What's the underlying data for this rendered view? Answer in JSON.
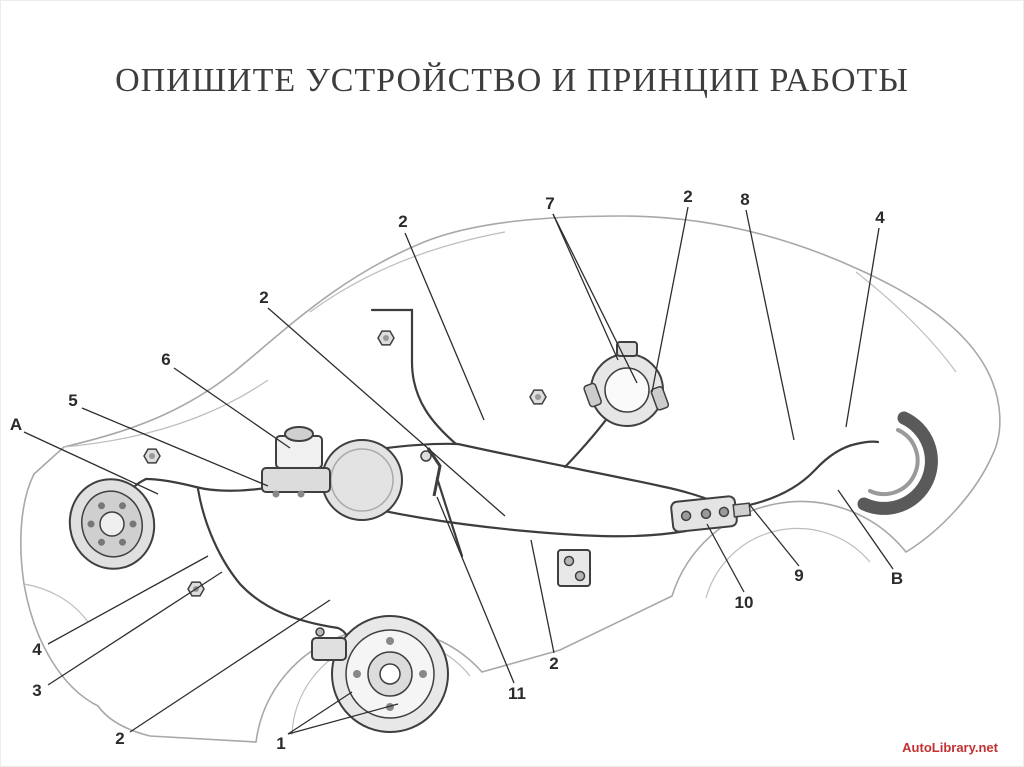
{
  "title": "ОПИШИТЕ УСТРОЙСТВО И ПРИНЦИП РАБОТЫ",
  "watermark": "AutoLibrary.net",
  "colors": {
    "title_gray": "#3d3d3d",
    "watermark_red": "#c23232",
    "diagram_line": "#3d3d3d",
    "car_outline": "#a8a8a8"
  },
  "diagram": {
    "type": "technical-diagram",
    "callouts": [
      "2",
      "7",
      "2",
      "8",
      "4",
      "2",
      "6",
      "5",
      "A",
      "4",
      "3",
      "2",
      "1",
      "11",
      "2",
      "10",
      "9",
      "B"
    ]
  }
}
